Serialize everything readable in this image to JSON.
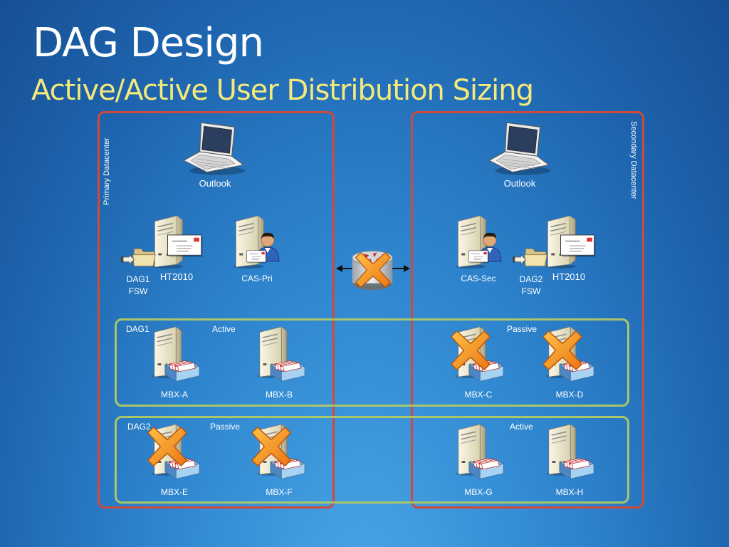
{
  "slide": {
    "title": "DAG Design",
    "subtitle": "Active/Active User Distribution Sizing"
  },
  "datacenters": {
    "primary": "Primary Datacenter",
    "secondary": "Secondary Datacenter"
  },
  "clients": {
    "left": "Outlook",
    "right": "Outlook"
  },
  "servers": {
    "dag1_fsw": "DAG1\nFSW",
    "ht_left": "HT2010",
    "cas_pri": "CAS-Pri",
    "cas_sec": "CAS-Sec",
    "dag2_fsw": "DAG2\nFSW",
    "ht_right": "HT2010"
  },
  "dag1": {
    "name": "DAG1",
    "left_state": "Active",
    "right_state": "Passive",
    "mbx": [
      "MBX-A",
      "MBX-B",
      "MBX-C",
      "MBX-D"
    ]
  },
  "dag2": {
    "name": "DAG2",
    "left_state": "Passive",
    "right_state": "Active",
    "mbx": [
      "MBX-E",
      "MBX-F",
      "MBX-G",
      "MBX-H"
    ]
  },
  "colors": {
    "background": "#2f86cf",
    "title": "#ffffff",
    "subtitle": "#f5e97a",
    "datacenter_border": "#cf4a3e",
    "dag_border": "#a9c66a",
    "failed_mark": "#f08a1c"
  },
  "icons": {
    "laptop": "laptop-icon",
    "server": "server-icon",
    "mailbox": "mailbox-icon",
    "mail": "mail-envelope-icon",
    "user": "user-icon",
    "folder": "folder-share-icon",
    "router": "wan-router-icon",
    "failed": "failed-x-icon"
  }
}
